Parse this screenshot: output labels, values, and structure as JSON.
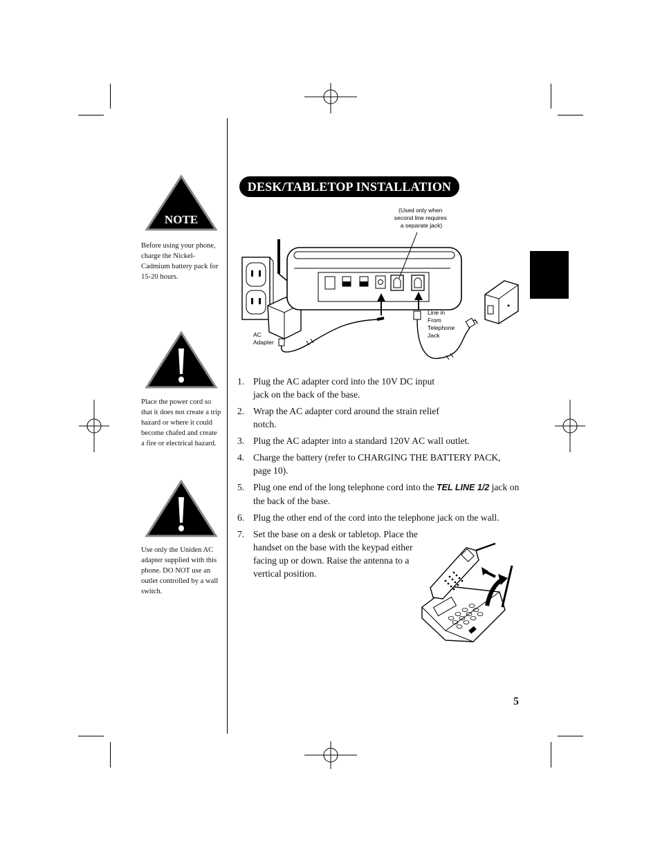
{
  "sidebar": {
    "note_label": "NOTE",
    "note_text": "Before using your phone, charge the Nickel-Cadmium battery pack for 15-20 hours.",
    "warning1_text": "Place the power cord so that it does not create a trip hazard or where it could become chafed and create a fire or electrical hazard.",
    "warning2_text": "Use only the Uniden AC adapter supplied with this phone. DO NOT use an outlet controlled by a wall switch."
  },
  "section": {
    "title": "DESK/TABLETOP INSTALLATION"
  },
  "diagram": {
    "second_line_note": [
      "(Used only when",
      "second line requires",
      "a separate jack)"
    ],
    "ac_adapter_label": [
      "AC",
      "Adapter"
    ],
    "line_in_label": [
      "Line in",
      "From",
      "Telephone",
      "Jack"
    ]
  },
  "steps": [
    {
      "num": "1.",
      "text": "Plug the AC adapter cord into the 10V DC input jack on the back of the base."
    },
    {
      "num": "2.",
      "text": "Wrap the AC adapter cord around the strain relief notch."
    },
    {
      "num": "3.",
      "text": "Plug the AC adapter into a standard 120V AC wall outlet."
    },
    {
      "num": "4.",
      "text": "Charge the battery (refer to CHARGING THE BATTERY PACK, page 10)."
    },
    {
      "num": "5.",
      "text_before": "Plug one end of the long telephone cord into the ",
      "emph": "TEL LINE 1/2",
      "text_after": " jack on the back of the base."
    },
    {
      "num": "6.",
      "text": "Plug the other end of the cord into the telephone jack on the wall."
    },
    {
      "num": "7.",
      "text": "Set the base on a desk or tabletop. Place the handset on the base with the keypad either facing up or down. Raise the antenna to a vertical position."
    }
  ],
  "page_number": "5"
}
